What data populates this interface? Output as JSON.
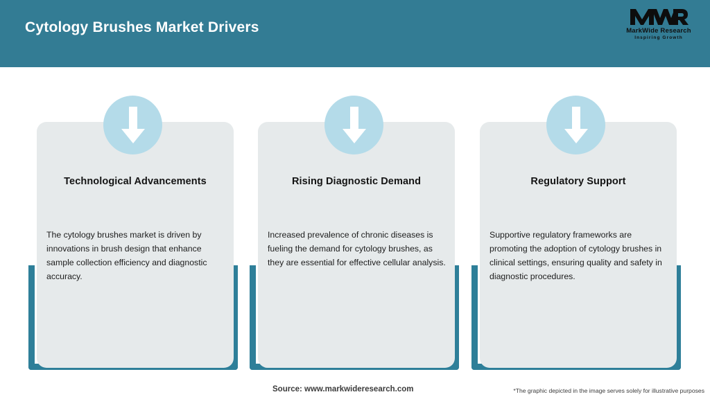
{
  "header": {
    "title": "Cytology Brushes Market Drivers",
    "background_color": "#337c94",
    "title_color": "#ffffff"
  },
  "logo": {
    "mark": "MWR",
    "name": "MarkWide Research",
    "tagline": "Inspiring Growth"
  },
  "theme": {
    "teal": "#2e7f99",
    "card_bg": "#e6eaeb",
    "badge_bg": "#b4dbe9",
    "arrow_color": "#ffffff"
  },
  "cards": [
    {
      "icon": "down-arrow-icon",
      "title": "Technological Advancements",
      "body": "The cytology brushes market is driven by innovations in brush design that enhance sample collection efficiency and diagnostic accuracy."
    },
    {
      "icon": "down-arrow-icon",
      "title": "Rising Diagnostic Demand",
      "body": "Increased prevalence of chronic diseases is fueling the demand for cytology brushes, as they are essential for effective cellular analysis."
    },
    {
      "icon": "down-arrow-icon",
      "title": "Regulatory Support",
      "body": "Supportive regulatory frameworks are promoting the adoption of cytology brushes in clinical settings, ensuring quality and safety in diagnostic procedures."
    }
  ],
  "footer": {
    "source": "Source: www.markwideresearch.com",
    "disclaimer": "*The graphic depicted in the image serves solely for illustrative purposes"
  }
}
